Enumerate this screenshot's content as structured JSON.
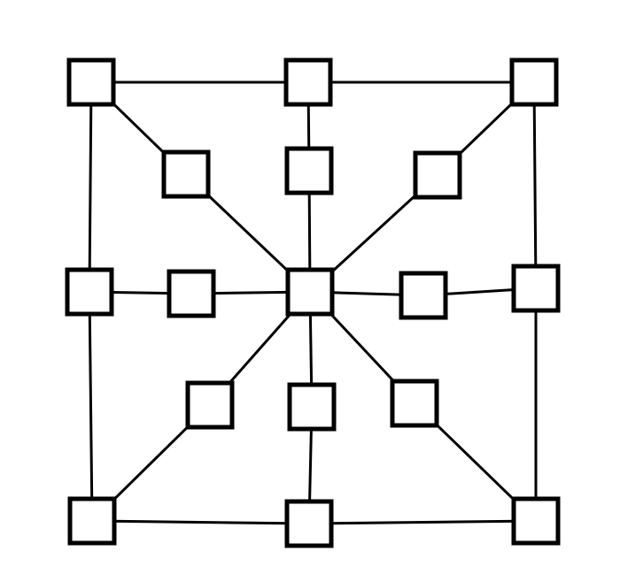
{
  "diagram": {
    "type": "graph",
    "colors": {
      "background": "#ffffff",
      "stroke": "#000000",
      "node_fill": "#ffffff"
    },
    "node_shape": "square",
    "nodes": [
      {
        "id": "n-top-left"
      },
      {
        "id": "n-top-center"
      },
      {
        "id": "n-top-right"
      },
      {
        "id": "n-inner-upper-left"
      },
      {
        "id": "n-inner-top"
      },
      {
        "id": "n-inner-upper-right"
      },
      {
        "id": "n-middle-left"
      },
      {
        "id": "n-inner-left"
      },
      {
        "id": "n-center"
      },
      {
        "id": "n-inner-right"
      },
      {
        "id": "n-middle-right"
      },
      {
        "id": "n-inner-lower-left"
      },
      {
        "id": "n-inner-bottom"
      },
      {
        "id": "n-inner-lower-right"
      },
      {
        "id": "n-bottom-left"
      },
      {
        "id": "n-bottom-center"
      },
      {
        "id": "n-bottom-right"
      }
    ],
    "edges": [
      [
        "n-top-left",
        "n-top-center"
      ],
      [
        "n-top-center",
        "n-top-right"
      ],
      [
        "n-top-left",
        "n-middle-left"
      ],
      [
        "n-middle-left",
        "n-bottom-left"
      ],
      [
        "n-top-right",
        "n-middle-right"
      ],
      [
        "n-middle-right",
        "n-bottom-right"
      ],
      [
        "n-bottom-left",
        "n-bottom-center"
      ],
      [
        "n-bottom-center",
        "n-bottom-right"
      ],
      [
        "n-top-left",
        "n-inner-upper-left"
      ],
      [
        "n-inner-upper-left",
        "n-center"
      ],
      [
        "n-top-center",
        "n-inner-top"
      ],
      [
        "n-inner-top",
        "n-center"
      ],
      [
        "n-top-right",
        "n-inner-upper-right"
      ],
      [
        "n-inner-upper-right",
        "n-center"
      ],
      [
        "n-middle-left",
        "n-inner-left"
      ],
      [
        "n-inner-left",
        "n-center"
      ],
      [
        "n-center",
        "n-inner-right"
      ],
      [
        "n-inner-right",
        "n-middle-right"
      ],
      [
        "n-center",
        "n-inner-lower-left"
      ],
      [
        "n-inner-lower-left",
        "n-bottom-left"
      ],
      [
        "n-center",
        "n-inner-bottom"
      ],
      [
        "n-inner-bottom",
        "n-bottom-center"
      ],
      [
        "n-center",
        "n-inner-lower-right"
      ],
      [
        "n-inner-lower-right",
        "n-bottom-right"
      ]
    ]
  }
}
